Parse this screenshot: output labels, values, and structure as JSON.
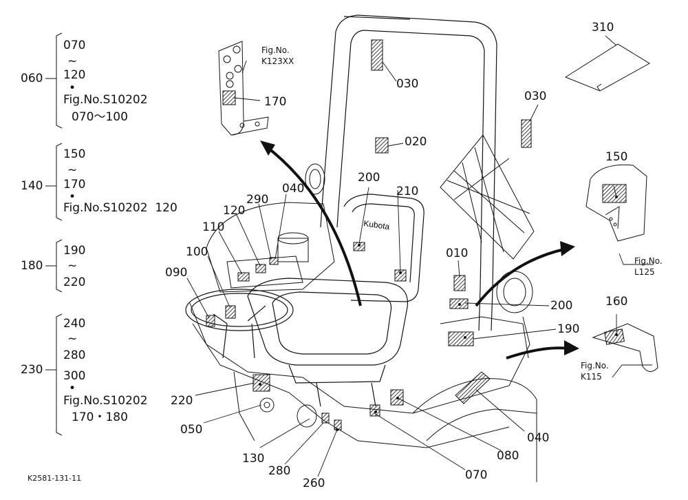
{
  "footer_code": "K2581-131-11",
  "legend": [
    {
      "group": "060",
      "lines": [
        "070",
        "~",
        "120",
        "•",
        "Fig.No.S10202",
        "070～100"
      ]
    },
    {
      "group": "140",
      "lines": [
        "150",
        "~",
        "170",
        "•",
        "Fig.No.S10202  120"
      ]
    },
    {
      "group": "180",
      "lines": [
        "190",
        "~",
        "220"
      ]
    },
    {
      "group": "230",
      "lines": [
        "240",
        "~",
        "280",
        "300",
        "•",
        "Fig.No.S10202",
        "170・180"
      ]
    }
  ],
  "callouts": {
    "c310": "310",
    "c030a": "030",
    "c030b": "030",
    "c020": "020",
    "c170": "170",
    "c200a": "200",
    "c210": "210",
    "c040a": "040",
    "c290": "290",
    "c120": "120",
    "c110": "110",
    "c100": "100",
    "c090": "090",
    "c010": "010",
    "c150": "150",
    "c200b": "200",
    "c190": "190",
    "c160": "160",
    "c220": "220",
    "c050": "050",
    "c130": "130",
    "c280": "280",
    "c260": "260",
    "c070": "070",
    "c080": "080",
    "c040b": "040"
  },
  "fig_refs": {
    "k123": [
      "Fig.No.",
      "K123XX"
    ],
    "l125": [
      "Fig.No.",
      "L125"
    ],
    "k115": [
      "Fig.No.",
      "K115"
    ]
  },
  "brand_text": "Kubota"
}
